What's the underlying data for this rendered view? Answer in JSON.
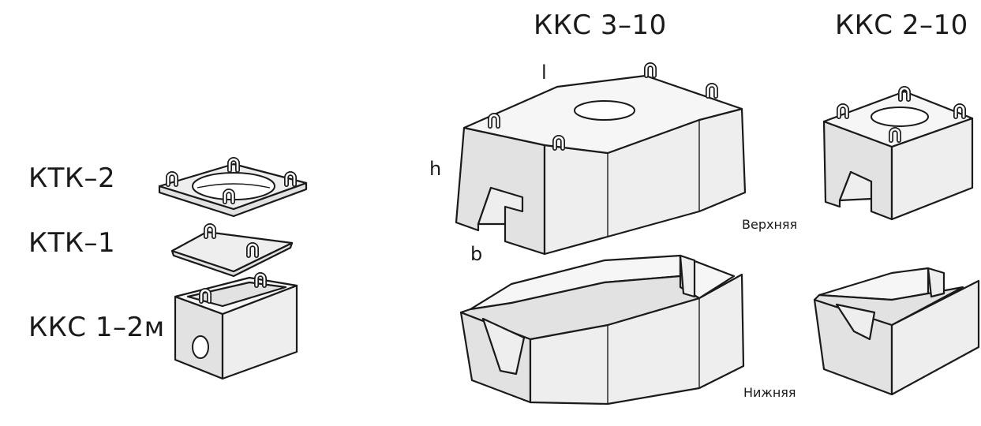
{
  "labels": {
    "ktk2": "КТК–2",
    "ktk1": "КТК–1",
    "kks1": "ККС 1–2м",
    "kks3": "ККС 3–10",
    "kks2": "ККС 2–10",
    "dim_l": "l",
    "dim_h": "h",
    "dim_b": "b",
    "upper": "Верхняя",
    "lower": "Нижняя"
  },
  "colors": {
    "stroke": "#1a1a1a",
    "concrete": "#eeeeee",
    "background": "#ffffff"
  }
}
